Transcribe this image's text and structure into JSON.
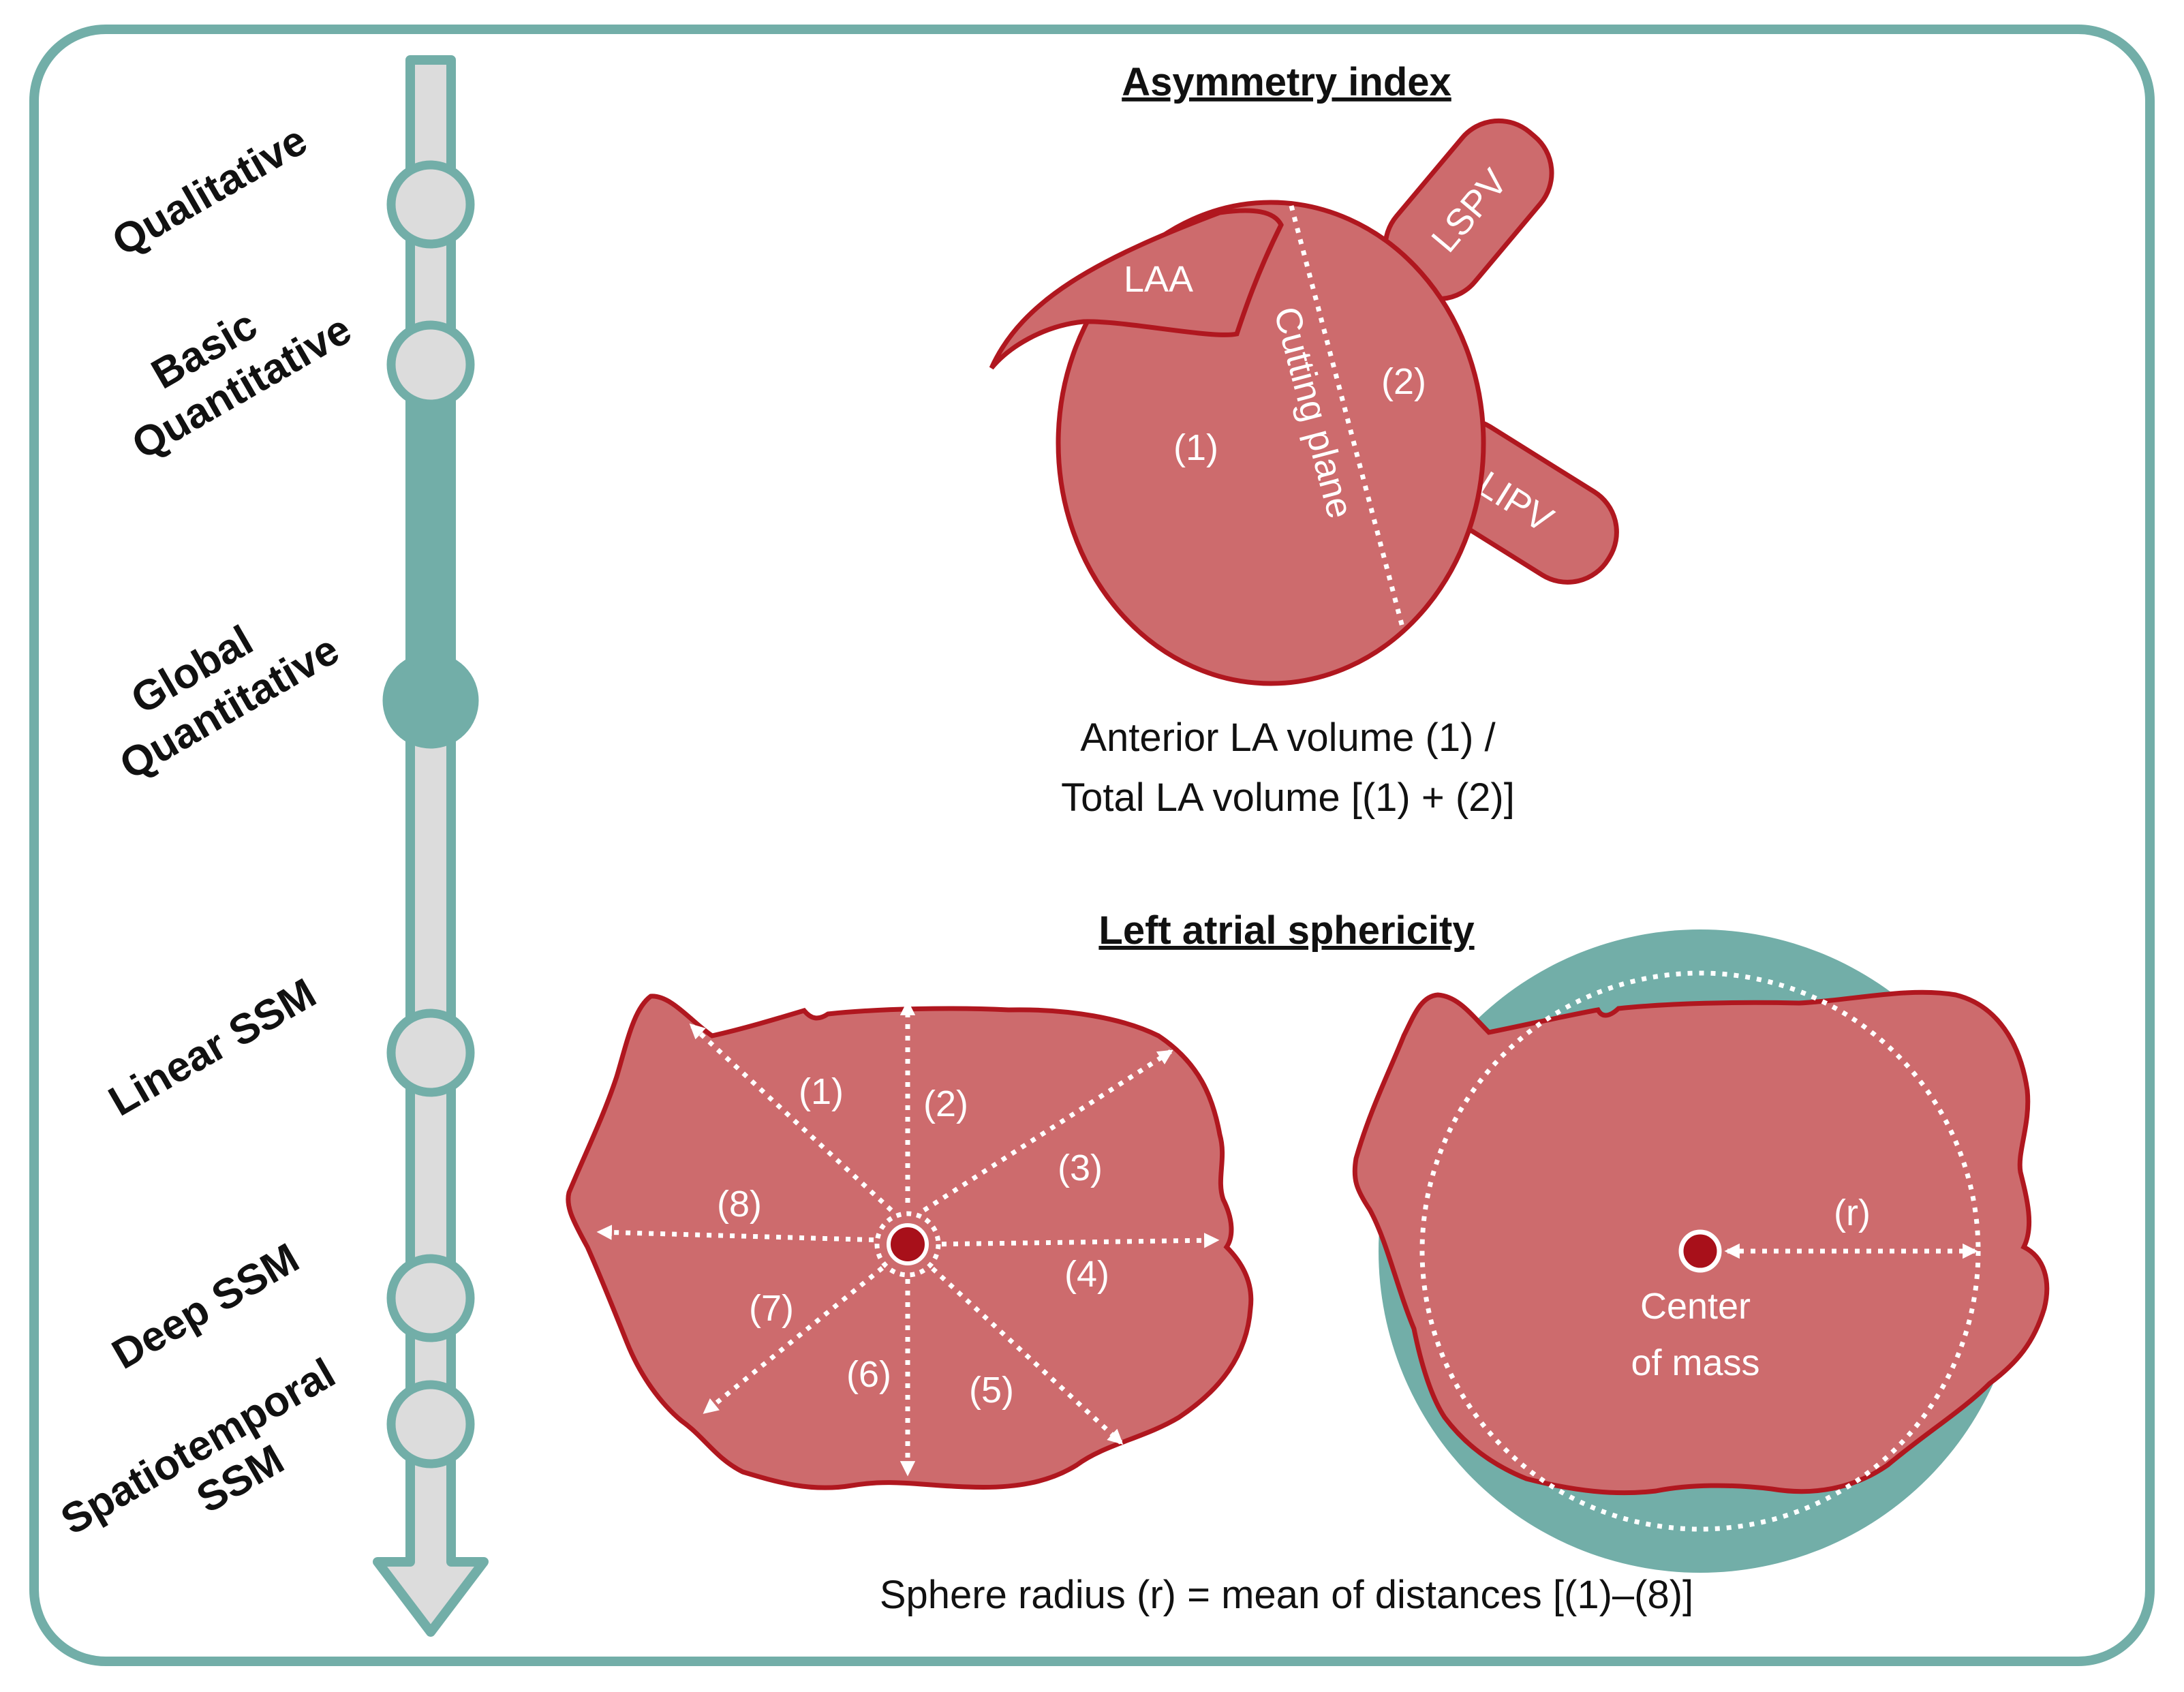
{
  "timeline": {
    "stages": [
      {
        "label_lines": [
          "Qualitative"
        ],
        "state": "inactive"
      },
      {
        "label_lines": [
          "Basic",
          "Quantitative"
        ],
        "state": "inactive"
      },
      {
        "label_lines": [
          "Global",
          "Quantitative"
        ],
        "state": "active"
      },
      {
        "label_lines": [
          "Linear SSM"
        ],
        "state": "inactive"
      },
      {
        "label_lines": [
          "Deep SSM"
        ],
        "state": "inactive"
      },
      {
        "label_lines": [
          "Spatiotemporal",
          "SSM"
        ],
        "state": "inactive"
      }
    ]
  },
  "asymmetry": {
    "title": "Asymmetry index",
    "labels": {
      "laa": "LAA",
      "lspv": "LSPV",
      "lipv": "LIPV",
      "cutting_plane": "Cutting plane",
      "region1": "(1)",
      "region2": "(2)"
    },
    "caption_lines": [
      "Anterior LA volume (1) /",
      "Total LA volume [(1) + (2)]"
    ]
  },
  "sphericity": {
    "title": "Left atrial sphericity",
    "distance_labels": [
      "(1)",
      "(2)",
      "(3)",
      "(4)",
      "(5)",
      "(6)",
      "(7)",
      "(8)"
    ],
    "radius_label": "(r)",
    "center_label_lines": [
      "Center",
      "of mass"
    ],
    "caption": "Sphere radius (r) = mean of distances [(1)–(8)]"
  },
  "colors": {
    "frame": "#72aea8",
    "la_fill": "#cd6b6d",
    "la_outline": "#b0171f",
    "sphere": "#72aea8",
    "timeline_inactive": "#dcdcdc",
    "timeline_active": "#72aea8",
    "center_dot": "#a8101a"
  }
}
